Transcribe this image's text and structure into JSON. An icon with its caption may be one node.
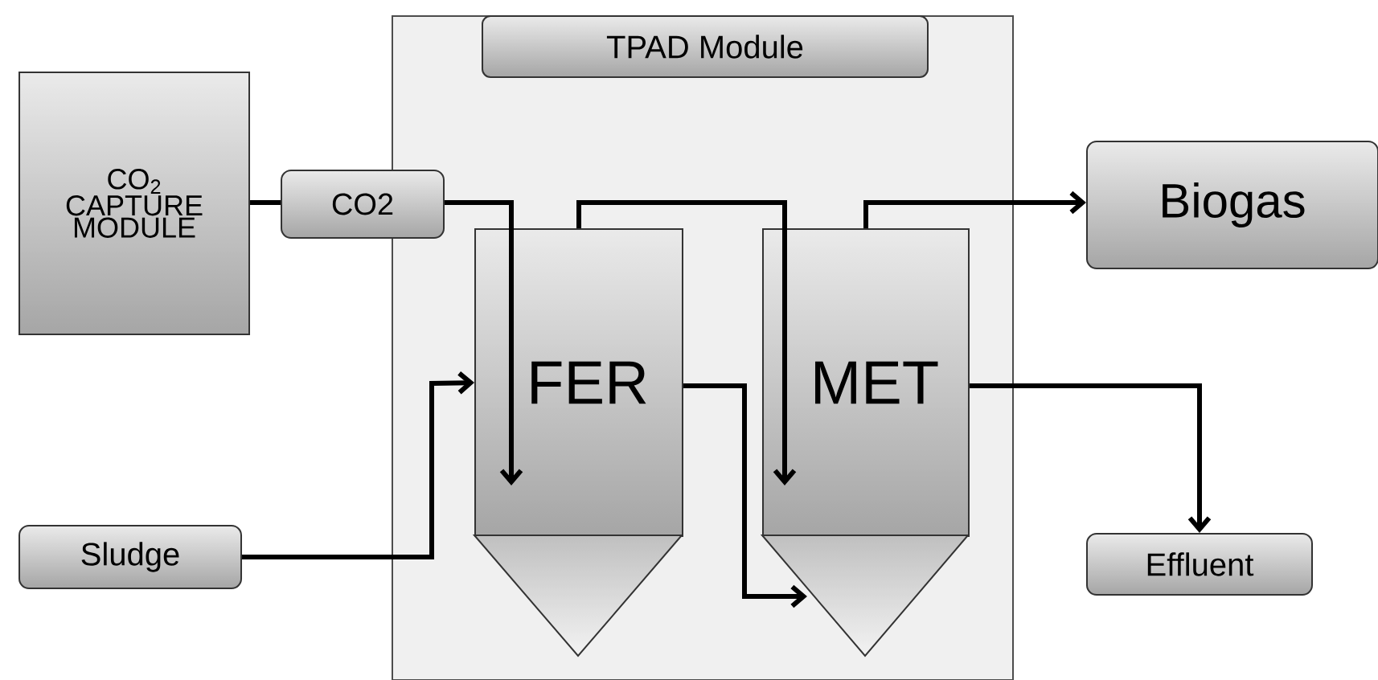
{
  "diagram": {
    "nodes": [
      {
        "text": [
          "TPAD Module"
        ]
      },
      {
        "text": [
          "CO$_{2}$ CAPTURE MODULE"
        ]
      },
      {
        "text": [
          "CO2"
        ]
      },
      {
        "text": [
          "FER"
        ],
        "in": 0
      },
      {
        "text": [
          "MET"
        ],
        "in": 0
      },
      {
        "text": [
          "Biogas"
        ]
      },
      {
        "text": [
          "Sludge"
        ]
      },
      {
        "text": [
          "Effluent"
        ]
      }
    ],
    "edges": [
      {
        "from": 1,
        "to": 2,
        "arrow": "none"
      },
      {
        "from": 2,
        "to": 3,
        "arrow": "to"
      },
      {
        "from": 3,
        "to": 4,
        "arrow": "to"
      },
      {
        "from": 4,
        "to": 5,
        "arrow": "to"
      },
      {
        "from": 6,
        "to": 3,
        "arrow": "to"
      },
      {
        "from": 3,
        "to": 4,
        "arrow": "to"
      },
      {
        "from": 4,
        "to": 7,
        "arrow": "to"
      }
    ]
  }
}
